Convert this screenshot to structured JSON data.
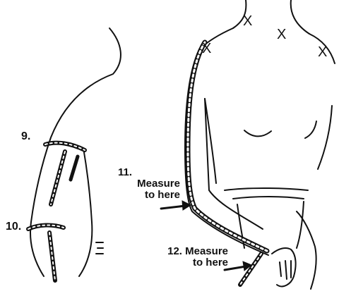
{
  "labels": {
    "item9": "9.",
    "item10": "10.",
    "item11_num": "11.",
    "item11_line1": "Measure",
    "item11_line2": "to here",
    "item12_line1": "12. Measure",
    "item12_line2": "to here"
  },
  "marks": {
    "x1": "X",
    "x2": "X",
    "x3": "X",
    "x4": "X"
  }
}
